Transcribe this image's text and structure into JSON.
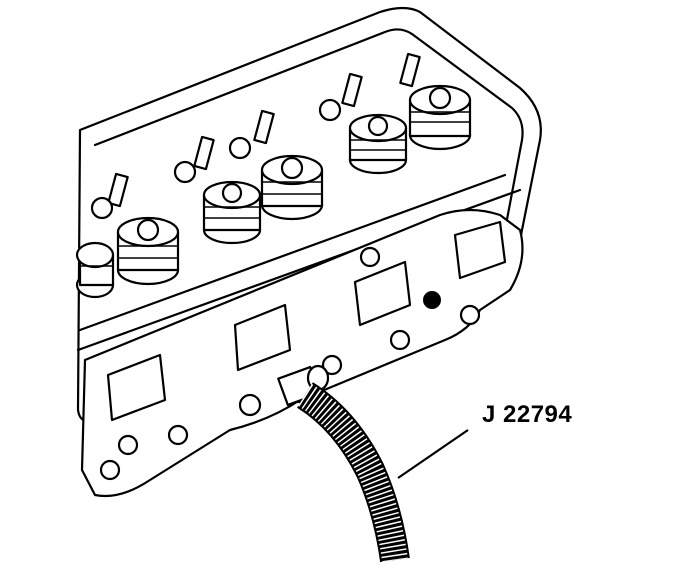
{
  "figure": {
    "callout_label": "J 22794"
  },
  "icons": {
    "cylinder_head": "cylinder-head-illustration",
    "tool": "spark-plug-thread-tool-illustration"
  }
}
